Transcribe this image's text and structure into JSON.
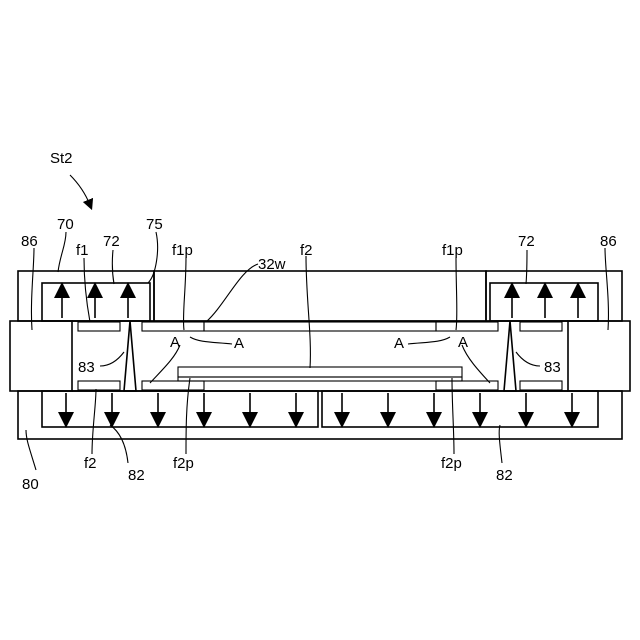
{
  "figure": {
    "labels": {
      "st2": "St2",
      "l70": "70",
      "l86_left": "86",
      "l86_right": "86",
      "l72_left": "72",
      "l72_right": "72",
      "l75": "75",
      "f1": "f1",
      "f1p_left": "f1p",
      "f1p_right": "f1p",
      "l32w": "32w",
      "f2_top": "f2",
      "a_left_upper": "A",
      "a_left_mid": "A",
      "a_right_mid": "A",
      "a_right_upper": "A",
      "l83_left": "83",
      "l83_right": "83",
      "f2_bottom": "f2",
      "f2p_left": "f2p",
      "f2p_right": "f2p",
      "l80": "80",
      "l82_left": "82",
      "l82_right": "82"
    }
  }
}
